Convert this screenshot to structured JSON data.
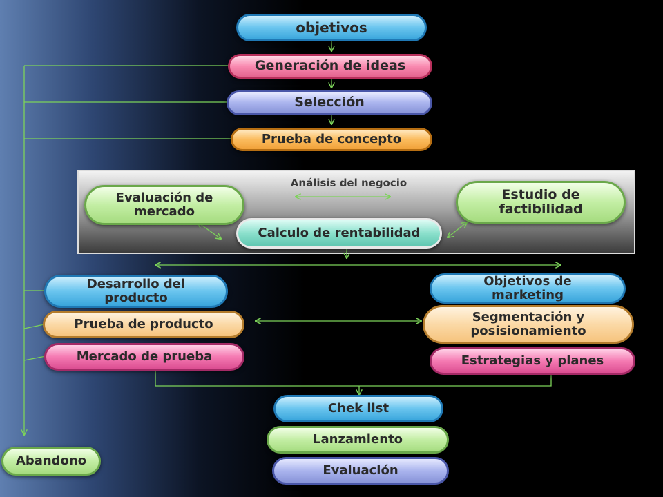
{
  "diagram": {
    "title": "",
    "band_label": "Análisis del negocio",
    "nodes": {
      "objetivos": "objetivos",
      "generacion": "Generación de ideas",
      "seleccion": "Selección",
      "prueba_concepto": "Prueba de concepto",
      "evaluacion_mercado": "Evaluación de mercado",
      "estudio_factibilidad": "Estudio de factibilidad",
      "calculo_rentabilidad": "Calculo de rentabilidad",
      "desarrollo_producto": "Desarrollo del producto",
      "prueba_producto": "Prueba de producto",
      "mercado_prueba": "Mercado de prueba",
      "objetivos_marketing": "Objetivos de marketing",
      "segmentacion": "Segmentación y posisionamiento",
      "estrategias": "Estrategias y planes",
      "check_list": "Chek list",
      "lanzamiento": "Lanzamiento",
      "evaluacion": "Evaluación",
      "abandono": "Abandono"
    },
    "colors": {
      "connector": "#7dd35a",
      "background_left": "#5f7fb0",
      "background_right": "#000000"
    }
  }
}
